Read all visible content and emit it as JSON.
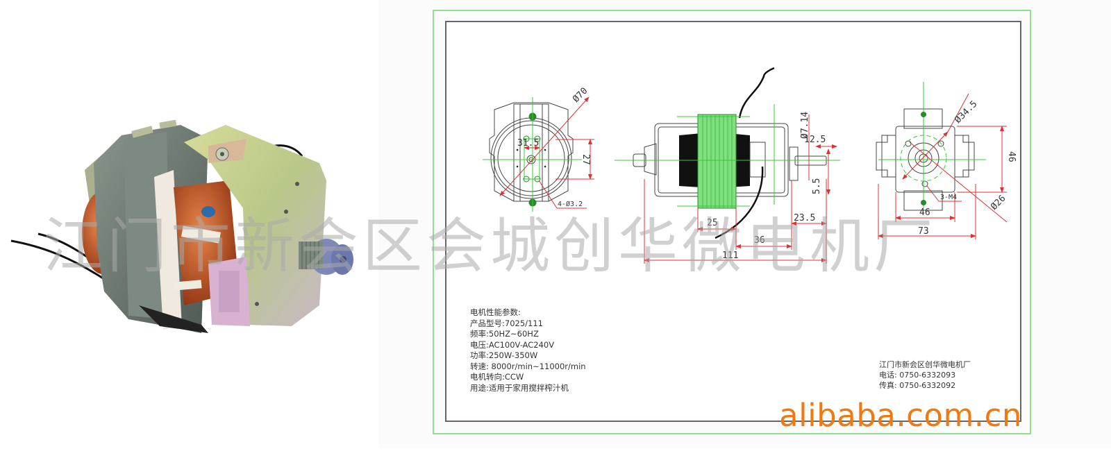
{
  "photo": {
    "subject": "AC series motor photo",
    "wire_colors": [
      "#111111",
      "#111111"
    ],
    "body_color": "#6e7a72",
    "coil_color": "#c8561e",
    "bracket_color": "#c9d28a"
  },
  "drawing": {
    "frame_color": "#8fe08f",
    "border_color": "#666666",
    "dimension_color": "#e03030",
    "centerline_color": "#33cc33",
    "front_view": {
      "dims": {
        "outer_diameter": "Ø70",
        "hole_spacing_h": "31.5",
        "hole_spacing_v": "27",
        "holes": "4-Ø3.2"
      }
    },
    "side_view": {
      "dims": {
        "shaft_diameter": "Ø7.14",
        "shaft_length": "12.5",
        "flat": "5.5",
        "stack": "25",
        "center_to_mount": "36",
        "shaft_ext": "23.5",
        "overall_length": "111"
      }
    },
    "rear_view": {
      "dims": {
        "bolt_circle": "Ø34.5",
        "height": "46",
        "threads": "3-M4",
        "hub_diameter": "Ø26",
        "mount_width": "46",
        "overall_width": "73"
      }
    }
  },
  "specs": {
    "title": "电机性能参数:",
    "lines": [
      "产品型号:7025/111",
      "频率:50HZ~60HZ",
      "电压:AC100V-AC240V",
      "功率:250W-350W",
      "转速: 8000r/min~11000r/min",
      "电机转向:CCW",
      "用途:适用于家用搅拌榨汁机"
    ]
  },
  "contact": {
    "company": "江门市新会区创华微电机厂",
    "phone": "电话:  0750-6332093",
    "fax": "传真:  0750-6332092"
  },
  "watermark": "江门市新会区会城创华微电机厂",
  "brand": {
    "text": "alibaba.com.cn",
    "color": "#f07a10"
  }
}
